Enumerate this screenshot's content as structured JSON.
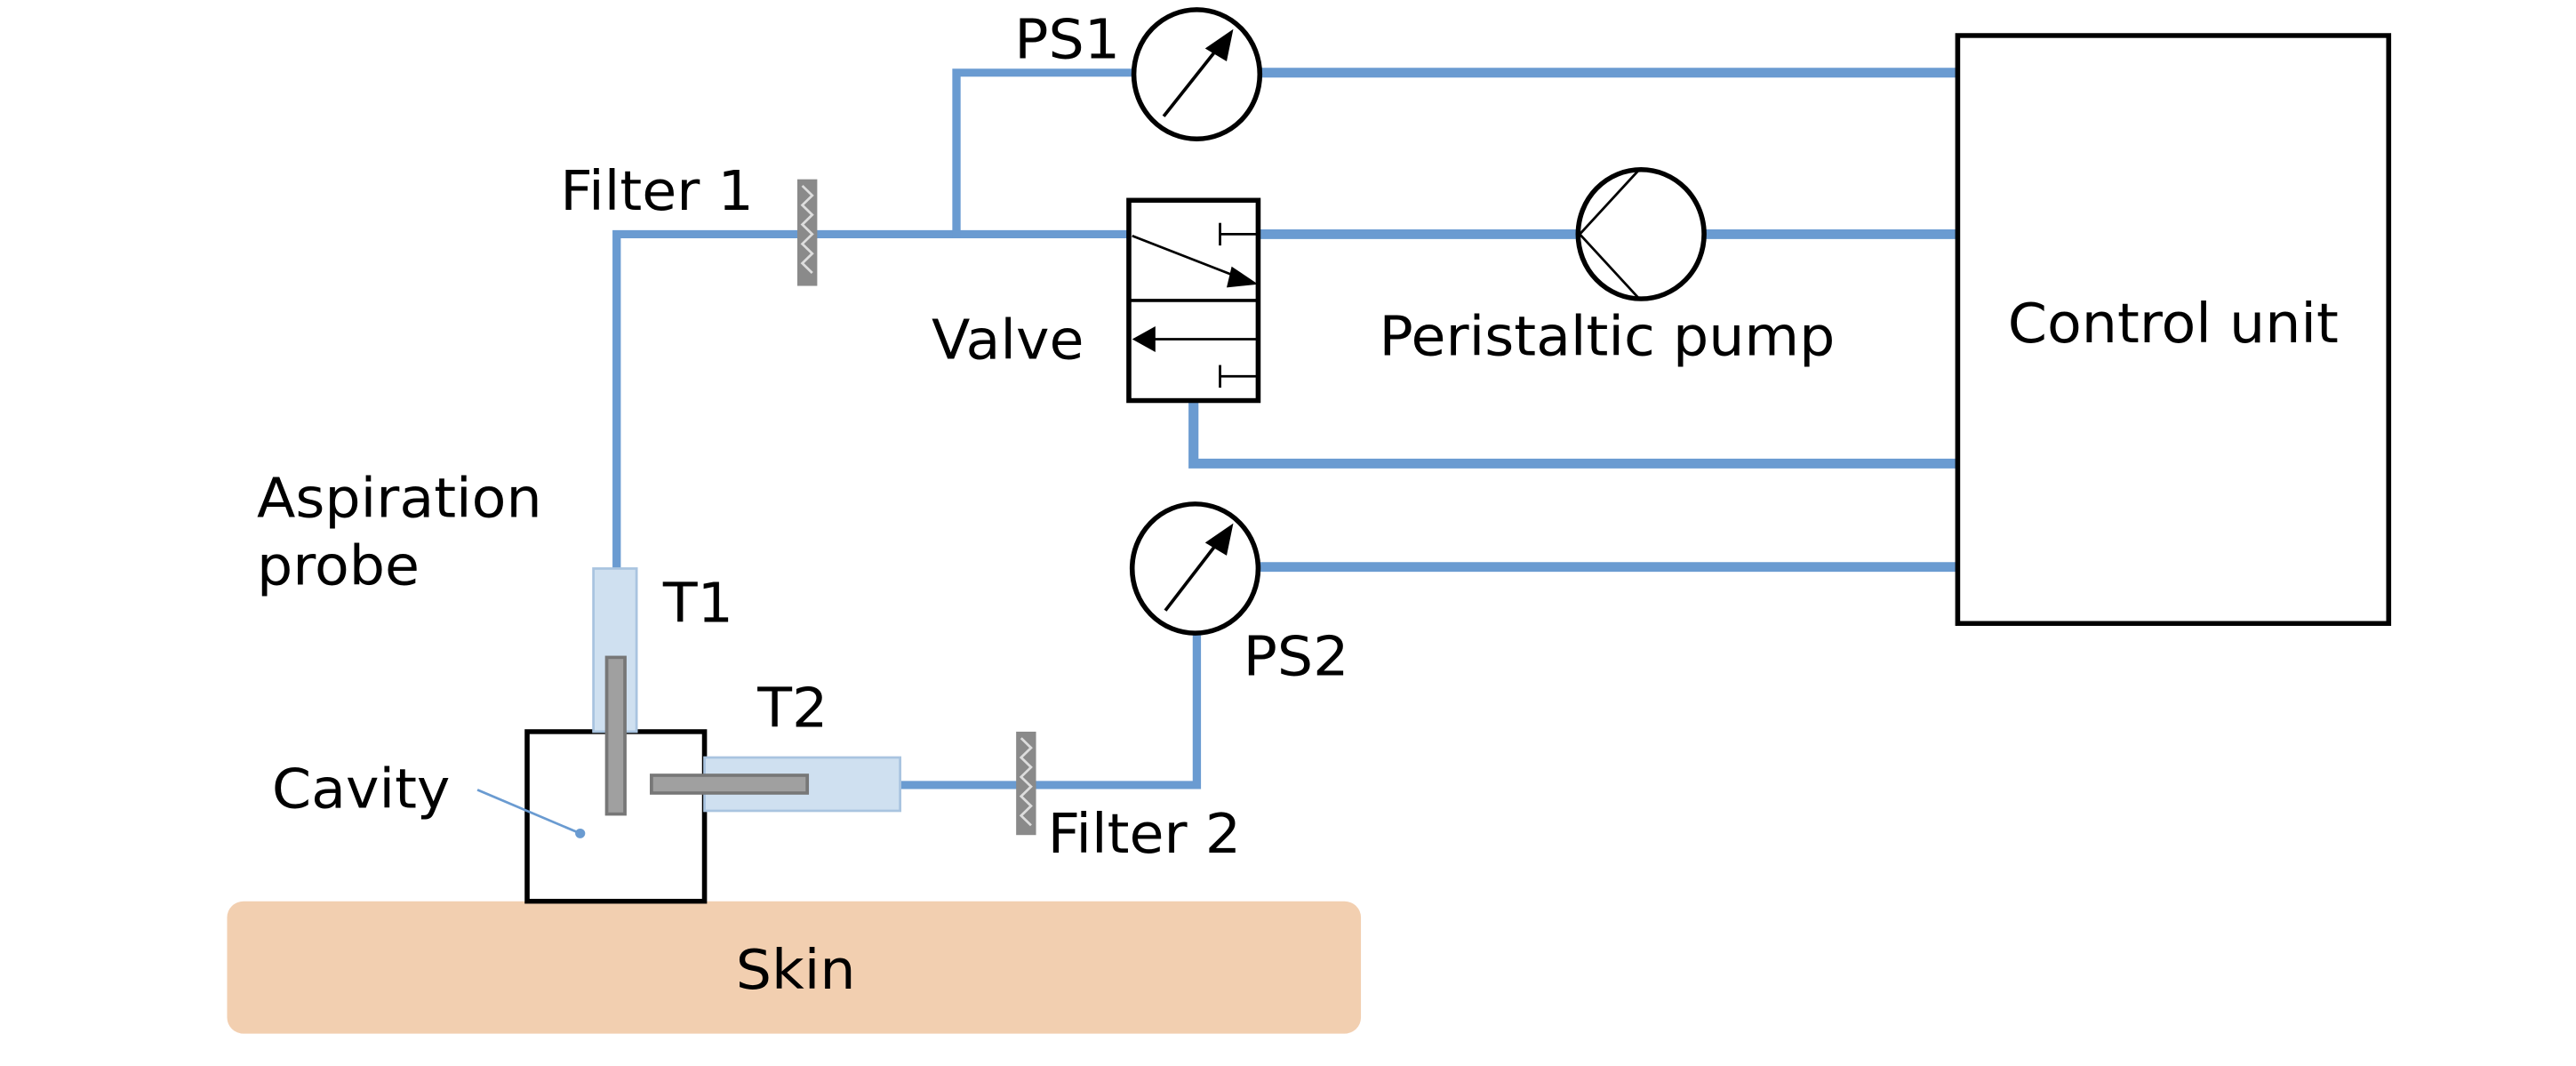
{
  "diagram": {
    "labels": {
      "ps1": "PS1",
      "ps2": "PS2",
      "filter1": "Filter 1",
      "filter2": "Filter 2",
      "valve": "Valve",
      "pump": "Peristaltic pump",
      "control": "Control unit",
      "aspiration_line1": "Aspiration",
      "aspiration_line2": "probe",
      "t1": "T1",
      "t2": "T2",
      "cavity": "Cavity",
      "skin": "Skin"
    },
    "colors": {
      "tube": "#6a9bd1",
      "probe_sleeve": "#cfe0f0",
      "probe_rod": "#8c8c8c",
      "skin": "#f2cfb0",
      "filter": "#8a8a8a"
    }
  }
}
